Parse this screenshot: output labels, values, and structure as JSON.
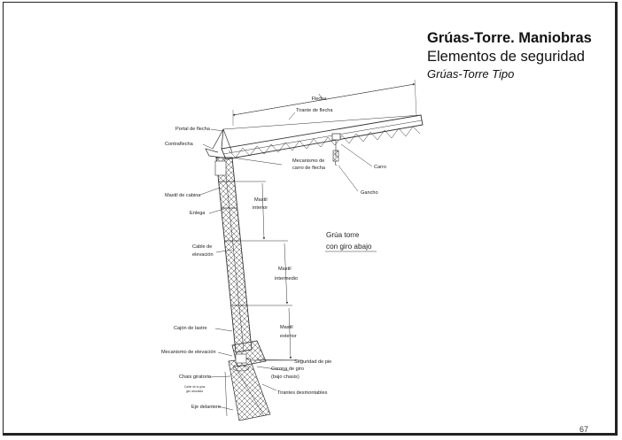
{
  "header": {
    "title": "Grúas-Torre. Maniobras",
    "subtitle": "Elementos de seguridad",
    "subtitle2": "Grúas-Torre Tipo"
  },
  "diagram": {
    "caption_line1": "Grúa torre",
    "caption_line2": "con giro abajo",
    "labels": {
      "flecha": "Flecha",
      "tirante": "Tirante de flecha",
      "portal": "Portal de flecha",
      "contraflecha": "Contraflecha",
      "mecanismo_carro_1": "Mecanismo de",
      "mecanismo_carro_2": "carro de flecha",
      "carro": "Carro",
      "gancho": "Gancho",
      "mastil_cabina": "Mastil de cabina",
      "enlega": "Enlega",
      "mastil_interior_1": "Mastil",
      "mastil_interior_2": "interior",
      "cable_1": "Cable de",
      "cable_2": "elevación",
      "mastil_intermedio_1": "Mastil",
      "mastil_intermedio_2": "intermedio",
      "mastil_exterior_1": "Mastil",
      "mastil_exterior_2": "exterior",
      "cajon_lastre": "Cajón de lastre",
      "mecanismo_elevacion": "Mecanismo de elevación",
      "seguridad_pie": "Seguridad de pie",
      "corona_1": "Corona de giro",
      "corona_2": "(bajo chasis)",
      "chasis": "Chais giratorio",
      "tirantes": "Tirantes desmontables",
      "small_1": "Cable de la grúa",
      "small_2": "giro asociada",
      "eje": "Eje delantero"
    }
  },
  "page_number": "67"
}
